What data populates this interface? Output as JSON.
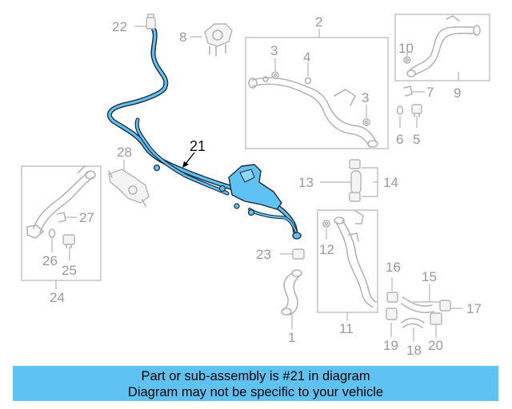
{
  "diagram": {
    "highlight_color": "#5ec3f2",
    "highlighted_part": "21",
    "callouts": {
      "c1": "1",
      "c2": "2",
      "c3a": "3",
      "c3b": "3",
      "c4": "4",
      "c5": "5",
      "c6": "6",
      "c7": "7",
      "c8": "8",
      "c9": "9",
      "c10": "10",
      "c11": "11",
      "c12": "12",
      "c13": "13",
      "c14": "14",
      "c15": "15",
      "c16": "16",
      "c17": "17",
      "c18": "18",
      "c19": "19",
      "c20": "20",
      "c21": "21",
      "c22": "22",
      "c23": "23",
      "c24": "24",
      "c25": "25",
      "c26": "26",
      "c27": "27",
      "c28": "28"
    }
  },
  "banner": {
    "line1": "Part or sub-assembly is #21 in diagram",
    "line2": "Diagram may not be specific to your vehicle"
  }
}
